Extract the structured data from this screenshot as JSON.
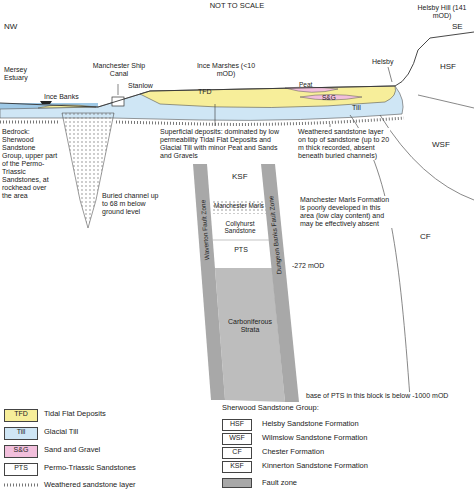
{
  "diagram": {
    "labels": [
      "NOT TO SCALE",
      "NW",
      "SE",
      "Mersey Estuary",
      "Manchester Ship Canal",
      "Ince Marshes (<10 mOD)",
      "Helsby Hill (141 mOD)",
      "Helsby",
      "Ince Banks",
      "Stanlow",
      "TFD",
      "Peat",
      "S&G",
      "Till",
      "HSF",
      "WSF",
      "CF",
      "KSF",
      "Bedrock: Sherwood Sandstone Group, upper part of the Permo-Triassic Sandstones, at rockhead over the area",
      "Superficial deposits: dominated by low permeability Tidal Flat Deposits and Glacial Till with minor Peat and Sands and Gravels",
      "Weathered sandstone layer on top of sandstone (up to 20 m thick recorded, absent beneath buried channels)",
      "Buried channel up to 68 m below ground level",
      "Waverton Fault Zone",
      "Dungeon Banks Fault Zone",
      "Manchester Marls",
      "Collyhurst Sandstone",
      "PTS",
      "-272 mOD",
      "Manchester Marls Formation is poorly developed in this area (low clay content) and may be effectively absent",
      "Carboniferous Strata",
      "base of PTS in this block is below -1000 mOD",
      "TFD",
      "Till",
      "S&G",
      "PTS",
      "Sherwood Sandstone Group:",
      "HSF",
      "WSF",
      "CF",
      "KSF"
    ],
    "legend": [
      {
        "text": "Tidal Flat Deposits",
        "color": "#f7ee9a"
      },
      {
        "text": "Glacial Till",
        "color": "#cfe6f5"
      },
      {
        "text": "Sand and Gravel",
        "color": "#f2bfdc"
      },
      {
        "text": "Permo-Triassic Sandstones",
        "color": "#ffffff"
      },
      {
        "text": "Weathered sandstone layer"
      },
      {
        "text": "Helsby Sandstone Formation",
        "color": "#ffffff"
      },
      {
        "text": "Wilmslow Sandstone Formation",
        "color": "#ffffff"
      },
      {
        "text": "Chester Formation",
        "color": "#ffffff"
      },
      {
        "text": "Kinnerton Sandstone Formation",
        "color": "#ffffff"
      },
      {
        "text": "Fault zone",
        "color": "#a8a8a8"
      }
    ]
  }
}
